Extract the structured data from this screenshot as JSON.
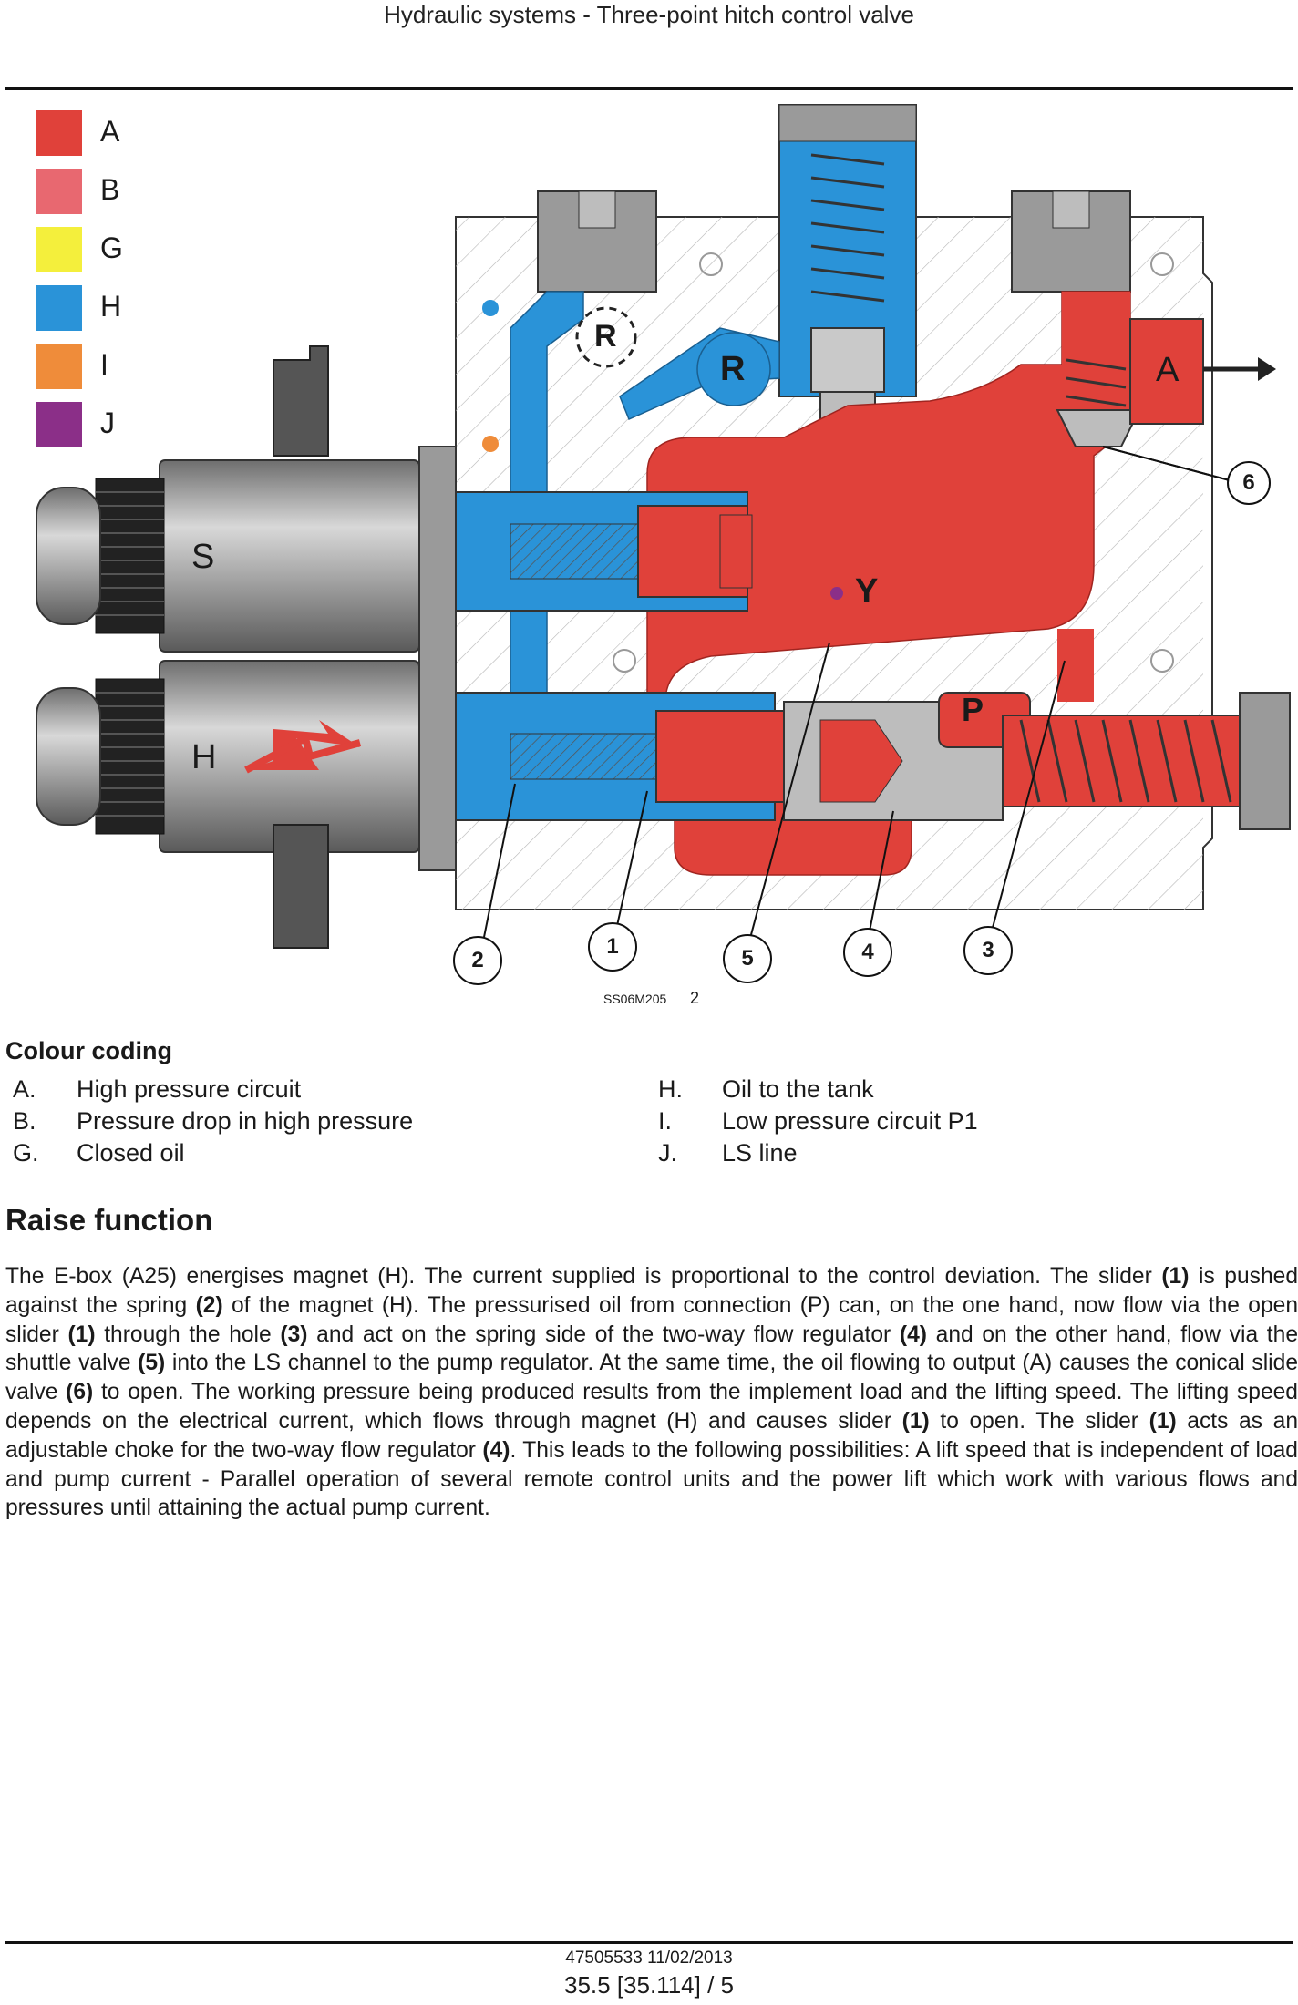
{
  "header": {
    "title": "Hydraulic systems - Three-point hitch control valve"
  },
  "legend": [
    {
      "key": "A",
      "color": "#e0413a"
    },
    {
      "key": "B",
      "color": "#e86870"
    },
    {
      "key": "G",
      "color": "#f4ef3c"
    },
    {
      "key": "H",
      "color": "#2a93d8"
    },
    {
      "key": "I",
      "color": "#ef8c3a"
    },
    {
      "key": "J",
      "color": "#8b2f88"
    }
  ],
  "diagram": {
    "labels": {
      "S": "S",
      "H": "H",
      "R1": "R",
      "R2": "R",
      "A": "A",
      "Y": "Y",
      "P": "P"
    },
    "callouts": [
      "1",
      "2",
      "3",
      "4",
      "5",
      "6"
    ],
    "code": "SS06M205",
    "figure_number": "2"
  },
  "colour_coding": {
    "heading": "Colour coding",
    "items": [
      {
        "letter": "A.",
        "text": "High pressure circuit"
      },
      {
        "letter": "B.",
        "text": "Pressure drop in high pressure"
      },
      {
        "letter": "G.",
        "text": "Closed oil"
      },
      {
        "letter": "H.",
        "text": "Oil to the tank"
      },
      {
        "letter": "I.",
        "text": "Low pressure circuit P1"
      },
      {
        "letter": "J.",
        "text": "LS line"
      }
    ]
  },
  "section": {
    "title": "Raise function",
    "paragraph": "The E-box (A25) energises magnet (H). The current supplied is proportional to the control deviation. The slider (1) is pushed against the spring (2) of the magnet (H). The pressurised oil from connection (P) can, on the one hand, now flow via the open slider (1) through the hole (3) and act on the spring side of the two-way flow regulator (4) and on the other hand, flow via the shuttle valve (5) into the LS channel to the pump regulator. At the same time, the oil flowing to output (A) causes the conical slide valve (6) to open. The working pressure being produced results from the implement load and the lifting speed. The lifting speed depends on the electrical current, which flows through magnet (H) and causes slider (1) to open. The slider (1) acts as an adjustable choke for the two-way flow regulator (4). This leads to the following possibilities: A lift speed that is independent of load and pump current - Parallel operation of several remote control units and the power lift which work with various flows and pressures until attaining the actual pump current."
  },
  "footer": {
    "doc": "47505533 11/02/2013",
    "page": "35.5 [35.114] / 5"
  }
}
